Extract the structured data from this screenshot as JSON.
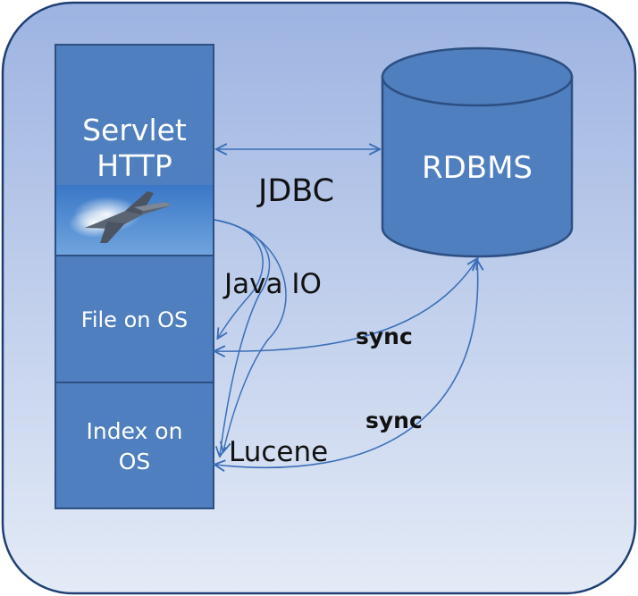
{
  "blocks": {
    "servlet_line1": "Servlet",
    "servlet_line2": "HTTP",
    "file": "File on OS",
    "index_line1": "Index on",
    "index_line2": "OS"
  },
  "database": {
    "label": "RDBMS"
  },
  "edges": {
    "jdbc": "JDBC",
    "java_io": "Java IO",
    "lucene": "Lucene",
    "sync_file": "sync",
    "sync_index": "sync"
  },
  "colors": {
    "background_top": "#9db3e1",
    "background_bottom": "#e4ebf7",
    "box_fill": "#4f7fbf",
    "box_stroke": "#2d4f82",
    "cylinder_fill": "#4f7fbf",
    "arrow": "#3a6fb7"
  },
  "image": {
    "icon": "jet-fighter-image"
  }
}
